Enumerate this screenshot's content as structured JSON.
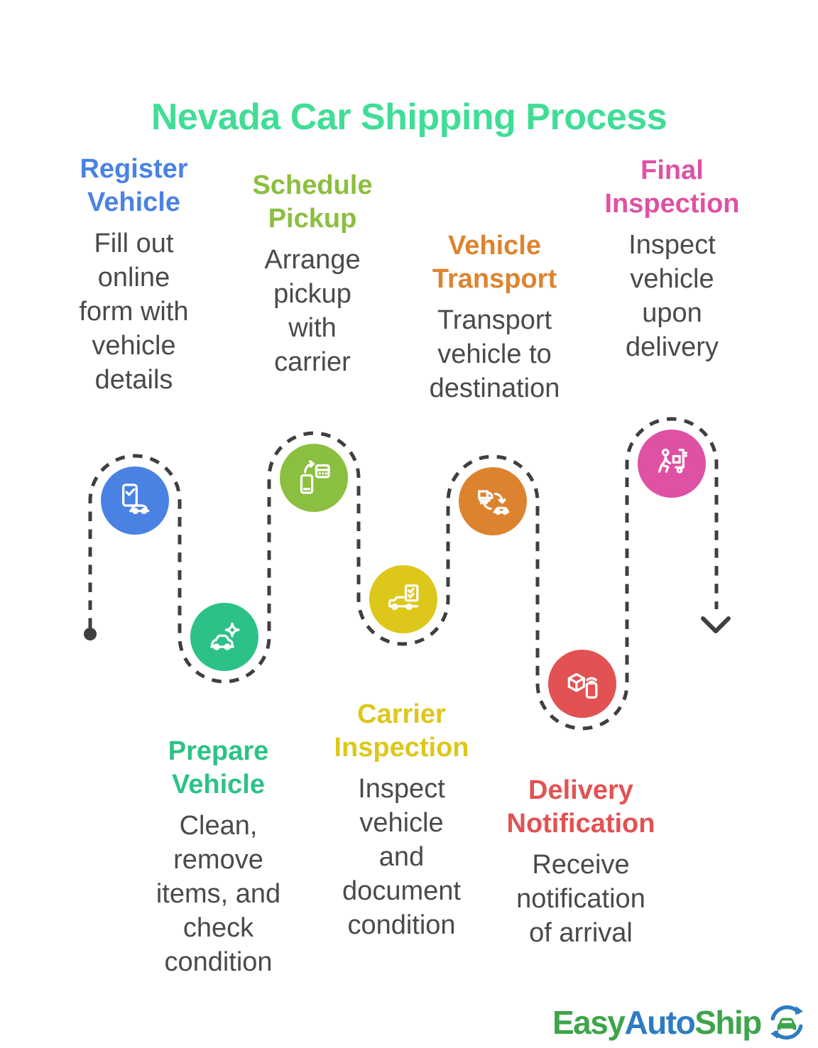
{
  "title": "Nevada Car Shipping Process",
  "colors": {
    "title": "#40dd96",
    "body_text": "#4a4a4a",
    "background": "#ffffff"
  },
  "path": {
    "color": "#3f3f3f"
  },
  "steps": [
    {
      "name": "register-vehicle",
      "heading": "Register\nVehicle",
      "description": "Fill out\nonline\nform with\nvehicle\ndetails",
      "color": "#4a82e4",
      "icon": "phone-check-car-icon"
    },
    {
      "name": "schedule-pickup",
      "heading": "Schedule\nPickup",
      "description": "Arrange\npickup\nwith\ncarrier",
      "color": "#8bbf3f",
      "icon": "phone-calendar-swap-icon"
    },
    {
      "name": "vehicle-transport",
      "heading": "Vehicle\nTransport",
      "description": "Transport\nvehicle to\ndestination",
      "color": "#dd832f",
      "icon": "truck-car-swap-icon"
    },
    {
      "name": "final-inspection",
      "heading": "Final\nInspection",
      "description": "Inspect\nvehicle\nupon\ndelivery",
      "color": "#df51a3",
      "icon": "person-inspect-icon"
    },
    {
      "name": "prepare-vehicle",
      "heading": "Prepare\nVehicle",
      "description": "Clean,\nremove\nitems, and\ncheck\ncondition",
      "color": "#2cc287",
      "icon": "car-sparkle-icon"
    },
    {
      "name": "carrier-inspection",
      "heading": "Carrier\nInspection",
      "description": "Inspect\nvehicle\nand\ndocument\ncondition",
      "color": "#ddc71a",
      "icon": "truck-checklist-icon"
    },
    {
      "name": "delivery-notification",
      "heading": "Delivery\nNotification",
      "description": "Receive\nnotification\nof arrival",
      "color": "#e25252",
      "icon": "box-phone-wifi-icon"
    }
  ],
  "logo": {
    "parts": [
      {
        "text": "Easy",
        "color": "#3ea44b"
      },
      {
        "text": "Auto",
        "color": "#2d7cc3"
      },
      {
        "text": "Ship",
        "color": "#3ea44b"
      }
    ],
    "mark": "car-refresh-icon",
    "mark_colors": {
      "arrows": "#2d7cc3",
      "car": "#3ea44b"
    }
  }
}
